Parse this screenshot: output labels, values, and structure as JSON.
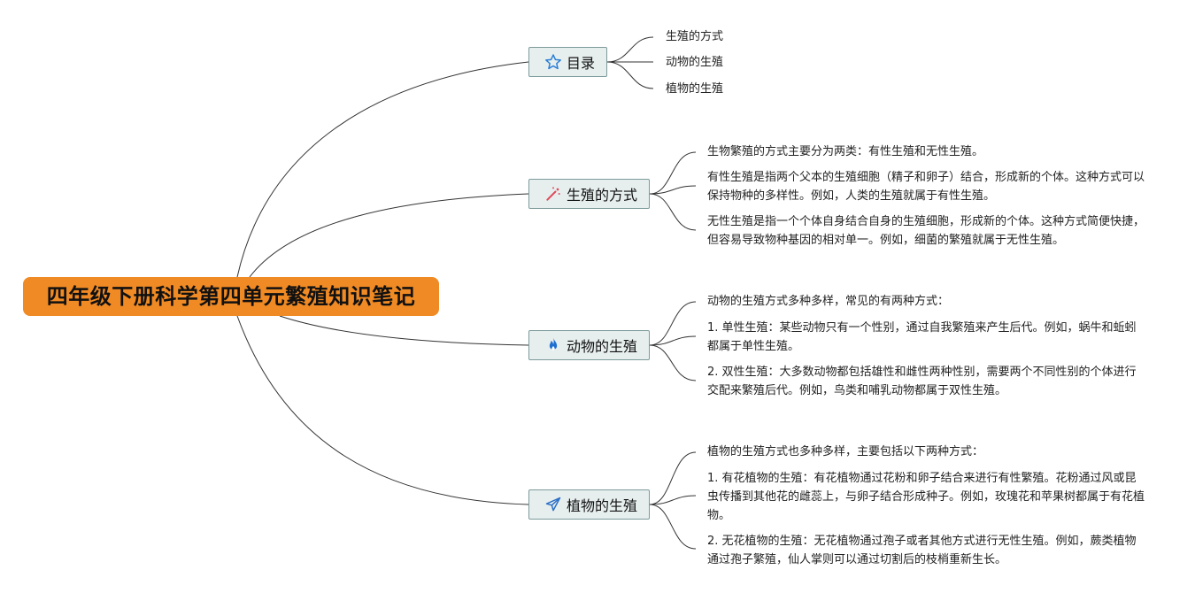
{
  "root": {
    "title": "四年级下册科学第四单元繁殖知识笔记"
  },
  "branches": [
    {
      "label": "目录",
      "icon": "star-icon",
      "items": [
        "生殖的方式",
        "动物的生殖",
        "植物的生殖"
      ]
    },
    {
      "label": "生殖的方式",
      "icon": "magic-wand-icon",
      "items": [
        "生物繁殖的方式主要分为两类：有性生殖和无性生殖。",
        "有性生殖是指两个父本的生殖细胞（精子和卵子）结合，形成新的个体。这种方式可以保持物种的多样性。例如，人类的生殖就属于有性生殖。",
        "无性生殖是指一个个体自身结合自身的生殖细胞，形成新的个体。这种方式简便快捷，但容易导致物种基因的相对单一。例如，细菌的繁殖就属于无性生殖。"
      ]
    },
    {
      "label": "动物的生殖",
      "icon": "fire-icon",
      "items": [
        "动物的生殖方式多种多样，常见的有两种方式：",
        "1. 单性生殖：某些动物只有一个性别，通过自我繁殖来产生后代。例如，蜗牛和蚯蚓都属于单性生殖。",
        "2. 双性生殖：大多数动物都包括雄性和雌性两种性别，需要两个不同性别的个体进行交配来繁殖后代。例如，鸟类和哺乳动物都属于双性生殖。"
      ]
    },
    {
      "label": "植物的生殖",
      "icon": "paper-plane-icon",
      "items": [
        "植物的生殖方式也多种多样，主要包括以下两种方式：",
        "1. 有花植物的生殖：有花植物通过花粉和卵子结合来进行有性繁殖。花粉通过风或昆虫传播到其他花的雌蕊上，与卵子结合形成种子。例如，玫瑰花和苹果树都属于有花植物。",
        "2. 无花植物的生殖：无花植物通过孢子或者其他方式进行无性生殖。例如，蕨类植物通过孢子繁殖，仙人掌则可以通过切割后的枝梢重新生长。"
      ]
    }
  ],
  "colors": {
    "root": "#f08a24",
    "topic_fill": "#e7eeee",
    "topic_border": "#7c9a9a",
    "line": "#333333"
  }
}
